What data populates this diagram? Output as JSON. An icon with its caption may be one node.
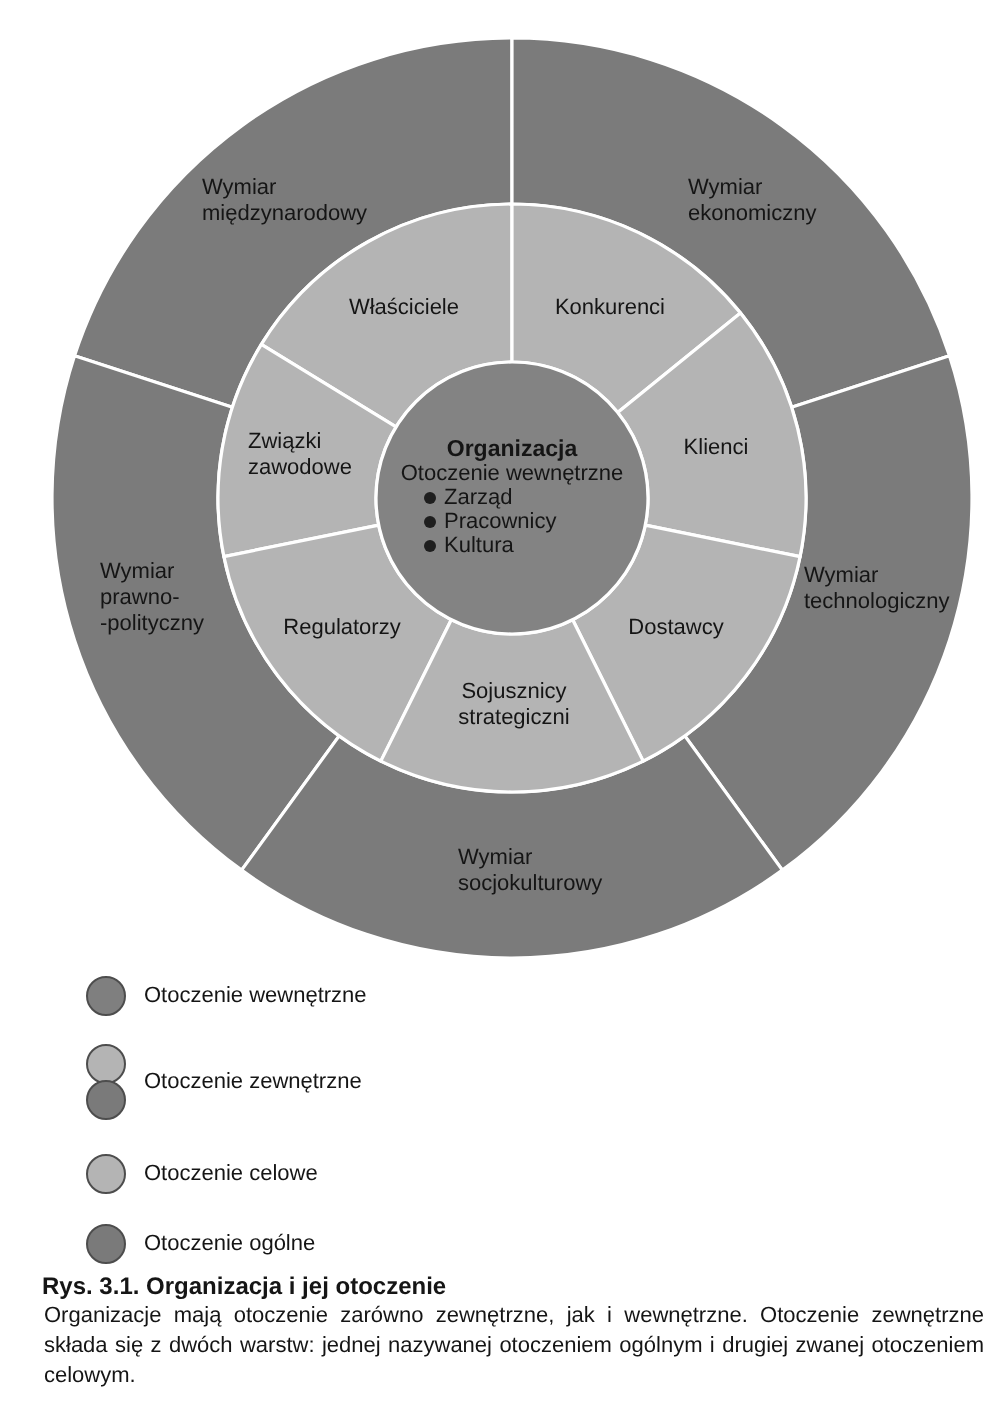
{
  "diagram": {
    "title": "Rys. 3.1. Organizacja i jej otoczenie",
    "caption": "Organizacje mają otoczenie zarówno zewnętrzne, jak i wewnętrzne. Otoczenie zewnętrzne składa się z dwóch warstw: jednej nazywanej otoczeniem ogólnym i drugiej zwanej otoczeniem celowym.",
    "nodes": [
      {
        "text": [
          "Wymiar międzynarodowy"
        ]
      },
      {
        "text": [
          "Wymiar ekonomiczny"
        ]
      },
      {
        "text": [
          "Właściciele"
        ]
      },
      {
        "text": [
          "Konkurenci"
        ]
      },
      {
        "text": [
          "Związki zawodowe"
        ]
      },
      {
        "text": [
          "Organizacja",
          "Otoczenie wewnętrzne",
          "Zarząd",
          "Pracownicy",
          "Kultura"
        ]
      },
      {
        "text": [
          "Klienci"
        ]
      },
      {
        "text": [
          "Wymiar prawno- -polityczny"
        ]
      },
      {
        "text": [
          "Wymiar technologiczny"
        ]
      },
      {
        "text": [
          "Regulatorzy"
        ]
      },
      {
        "text": [
          "Dostawcy"
        ]
      },
      {
        "text": [
          "Sojusznicy strategiczni"
        ]
      },
      {
        "text": [
          "Wymiar socjokulturowy"
        ]
      }
    ],
    "legend": [
      {
        "text": "Otoczenie wewnętrzne",
        "color": "#7f7f7f"
      },
      {
        "text": "Otoczenie zewnętrzne"
      },
      {
        "text": "Otoczenie celowe",
        "color": "#b4b4b4"
      },
      {
        "text": "Otoczenie ogólne",
        "color": "#7a7a7a"
      }
    ]
  }
}
